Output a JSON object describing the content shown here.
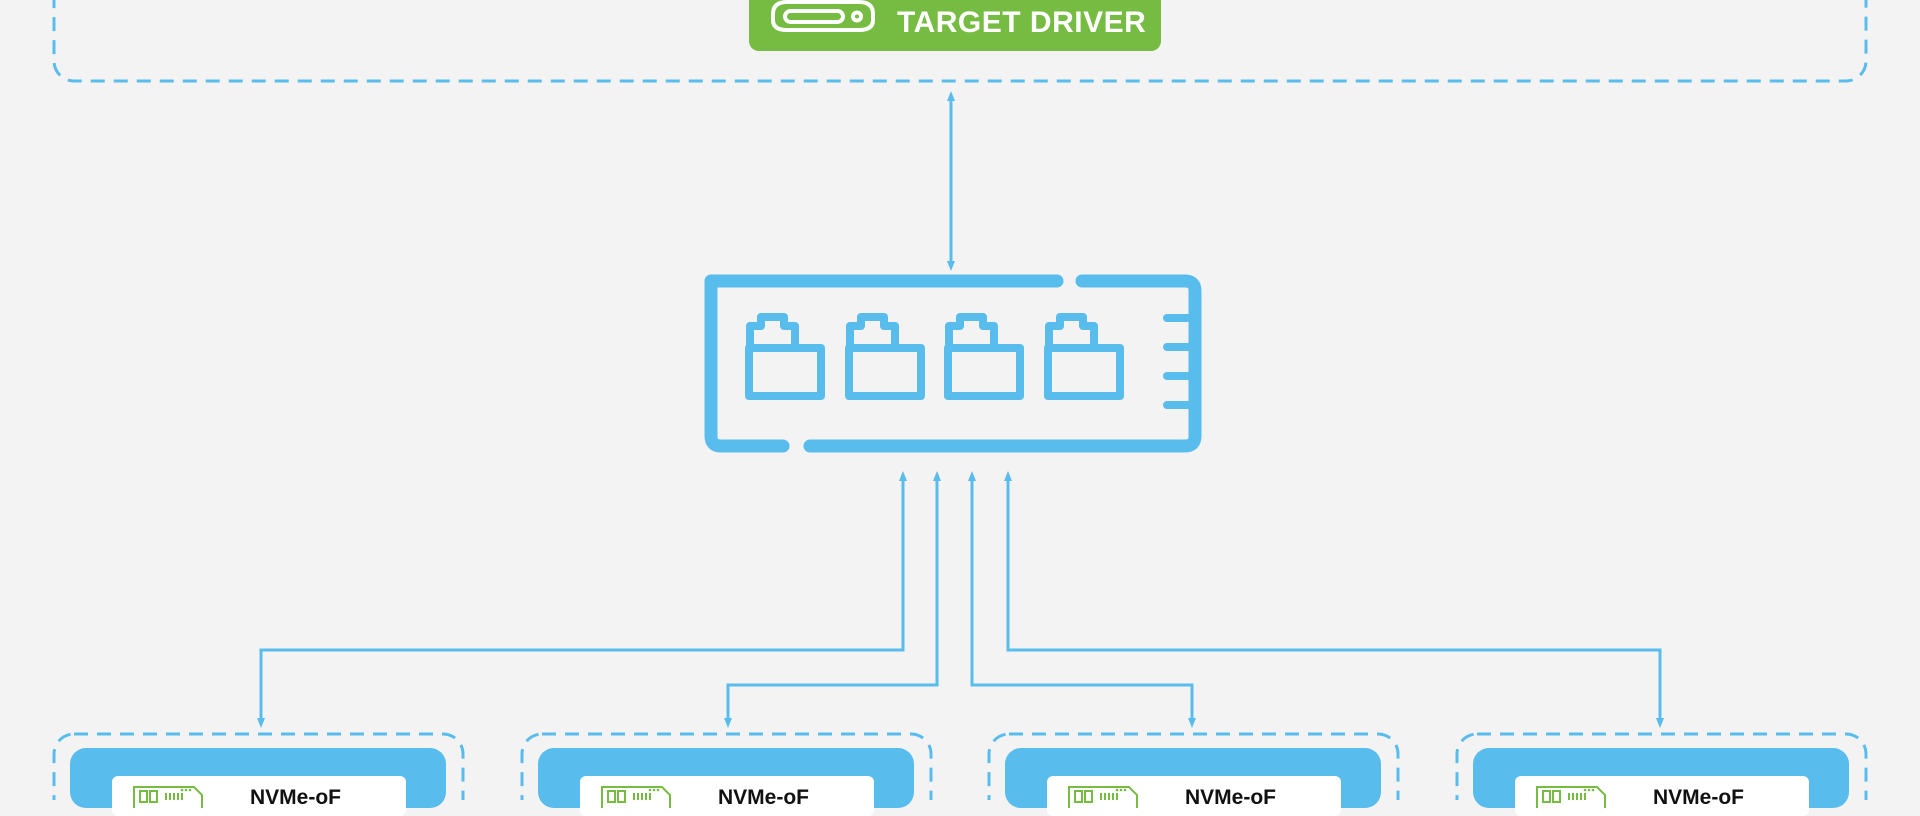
{
  "target": {
    "label": "TARGET DRIVER",
    "icon": "storage-drive-icon"
  },
  "switch": {
    "icon": "network-switch-icon",
    "ports": 4
  },
  "hosts": [
    {
      "label": "NVMe-oF",
      "icon": "nic-card-icon"
    },
    {
      "label": "NVMe-oF",
      "icon": "nic-card-icon"
    },
    {
      "label": "NVMe-oF",
      "icon": "nic-card-icon"
    },
    {
      "label": "NVMe-oF",
      "icon": "nic-card-icon"
    }
  ],
  "colors": {
    "background": "#f3f3f3",
    "accent_blue": "#58bced",
    "accent_green": "#76bc43",
    "text_dark": "#111111",
    "white": "#ffffff"
  }
}
